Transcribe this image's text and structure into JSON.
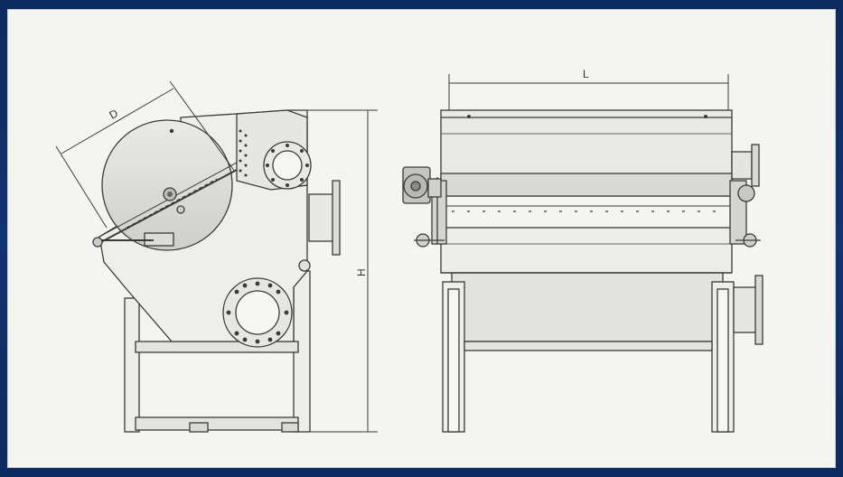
{
  "labels": {
    "diameter": "D",
    "height": "H",
    "length": "L"
  },
  "colors": {
    "frame_background": "#0f2b5c",
    "panel_background": "#f4f4f0",
    "line": "#3a3a3a",
    "fill_light": "#e4e4e0",
    "fill_mid": "#d6d6d2"
  }
}
